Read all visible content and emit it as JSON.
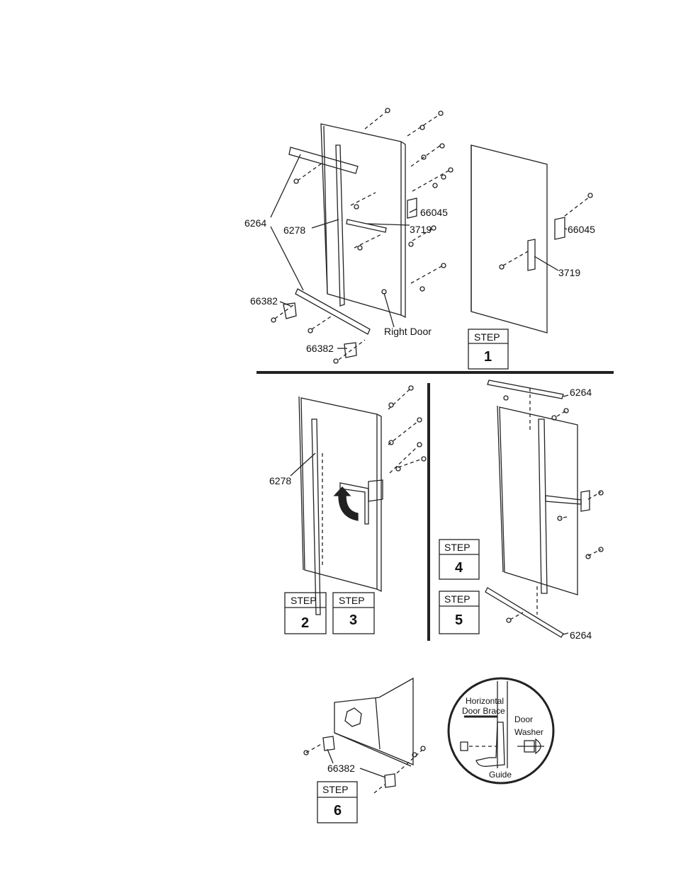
{
  "step_word": "STEP",
  "steps": [
    "1",
    "2",
    "3",
    "4",
    "5",
    "6"
  ],
  "parts": {
    "p6264": "6264",
    "p6278": "6278",
    "p66045": "66045",
    "p3719": "3719",
    "p66382": "66382"
  },
  "labels": {
    "right_door": "Right Door",
    "horizontal": "Horizontal",
    "door_brace": "Door  Brace",
    "door": "Door",
    "washer": "Washer",
    "guide": "Guide"
  }
}
